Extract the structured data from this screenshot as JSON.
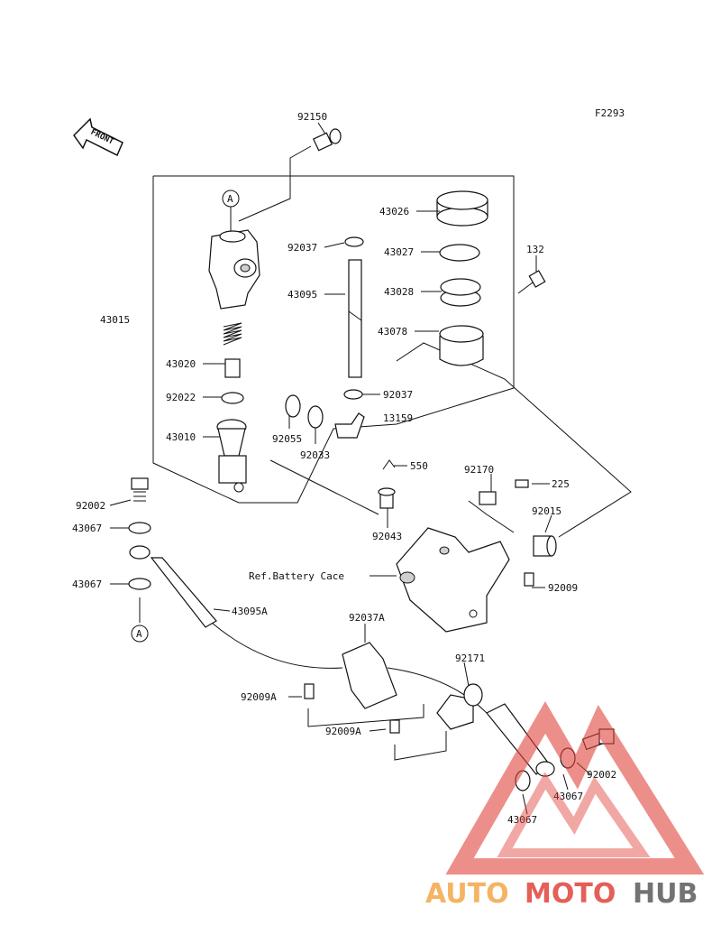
{
  "diagram_code": "F2293",
  "front_label": "FRONT",
  "ref_text": "Ref.Battery Cace",
  "parts": {
    "p92150": "92150",
    "p43026": "43026",
    "p92037_top": "92037",
    "p43027": "43027",
    "p132": "132",
    "p43095": "43095",
    "p43028": "43028",
    "p43015": "43015",
    "p43078": "43078",
    "p43020": "43020",
    "p92022": "92022",
    "p92037_mid": "92037",
    "p13159": "13159",
    "p43010": "43010",
    "p92055": "92055",
    "p92033": "92033",
    "p550": "550",
    "p92170": "92170",
    "p225": "225",
    "p92002_left": "92002",
    "p92015": "92015",
    "p92043": "92043",
    "p43067_a": "43067",
    "p92009_right": "92009",
    "p43067_b": "43067",
    "p43095A": "43095A",
    "p92037A": "92037A",
    "p92171": "92171",
    "p92009A_1": "92009A",
    "p92009A_2": "92009A",
    "p92002_right": "92002",
    "p43067_c": "43067",
    "p43067_d": "43067"
  },
  "markers": {
    "a_top": "A",
    "a_bottom": "A"
  },
  "watermark": {
    "auto": "AUTO",
    "moto": "MOTO",
    "hub": "HUB"
  },
  "colors": {
    "watermark_orange": "#f3a74a",
    "watermark_red": "#e0443c",
    "watermark_gray": "#5b5b5b",
    "line": "#111111"
  }
}
